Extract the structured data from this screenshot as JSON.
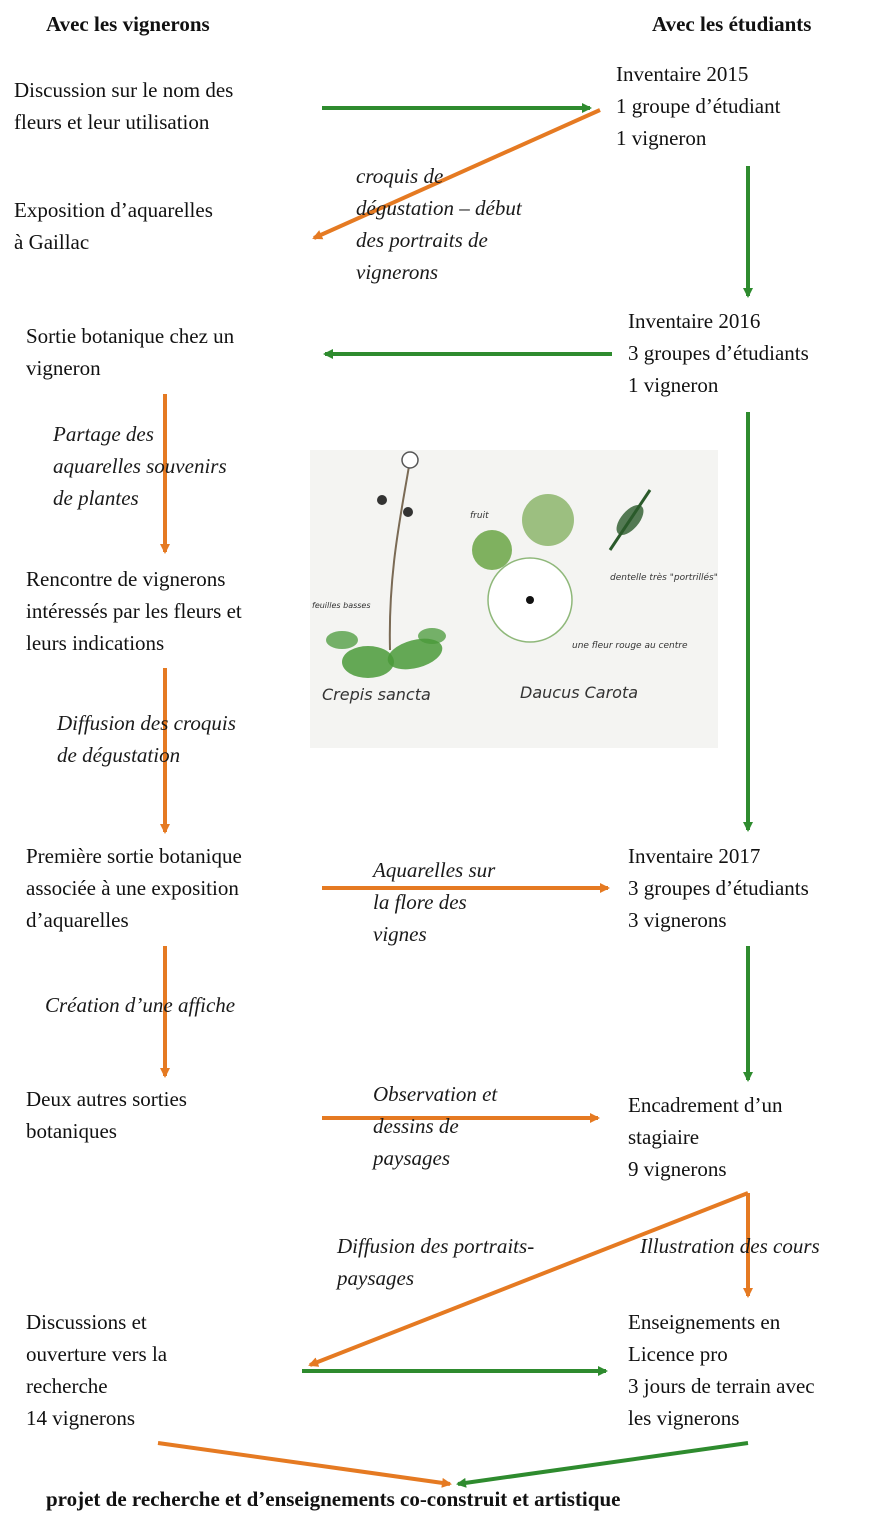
{
  "headers": {
    "left": "Avec les vignerons",
    "right": "Avec les étudiants"
  },
  "left_boxes": {
    "discussion": "Discussion sur le nom des\nfleurs et leur utilisation",
    "exposition": "Exposition d’aquarelles\nà Gaillac",
    "sortie": "Sortie botanique chez un\nvigneron",
    "rencontre": "Rencontre de vignerons\nintéressés par les fleurs et\nleurs indications",
    "premiere": "Première sortie botanique\nassociée à une exposition\nd’aquarelles",
    "deux": "Deux autres sorties\nbotaniques",
    "discussions": "Discussions et\nouverture vers la\nrecherche\n14 vignerons"
  },
  "right_boxes": {
    "inv2015": "Inventaire 2015\n1 groupe d’étudiant\n1 vigneron",
    "inv2016": "Inventaire 2016\n3 groupes d’étudiants\n1 vigneron",
    "inv2017": "Inventaire 2017\n3 groupes d’étudiants\n3 vignerons",
    "encadrement": "Encadrement d’un\nstagiaire\n9 vignerons",
    "enseignements": "Enseignements en\nLicence pro\n3 jours de terrain avec\nles vignerons"
  },
  "labels": {
    "croquis": "croquis de\ndégustation – début\ndes portraits de\nvignerons",
    "partage": "Partage des\naquarelles souvenirs\nde plantes",
    "diffusion_croquis": "Diffusion des croquis\nde dégustation",
    "aquarelles_flore": "Aquarelles sur\nla flore des\nvignes",
    "creation": "Création d’une affiche",
    "observation": "Observation et\ndessins de\npaysages",
    "diffusion_portraits": "Diffusion des portraits-\npaysages",
    "illustration": "Illustration des cours"
  },
  "footer": "projet de recherche et d’enseignements co-construit et artistique",
  "sketch": {
    "label_left": "Crepis sancta",
    "label_right": "Daucus Carota",
    "note_1": "fruit",
    "note_2": "dentelle très \"portrillés\"",
    "note_3": "une fleur rouge au centre",
    "note_4": "feuilles basses"
  },
  "colors": {
    "green": "#2e8b2e",
    "orange": "#e57a22",
    "plant_green": "#4a9a3a"
  }
}
